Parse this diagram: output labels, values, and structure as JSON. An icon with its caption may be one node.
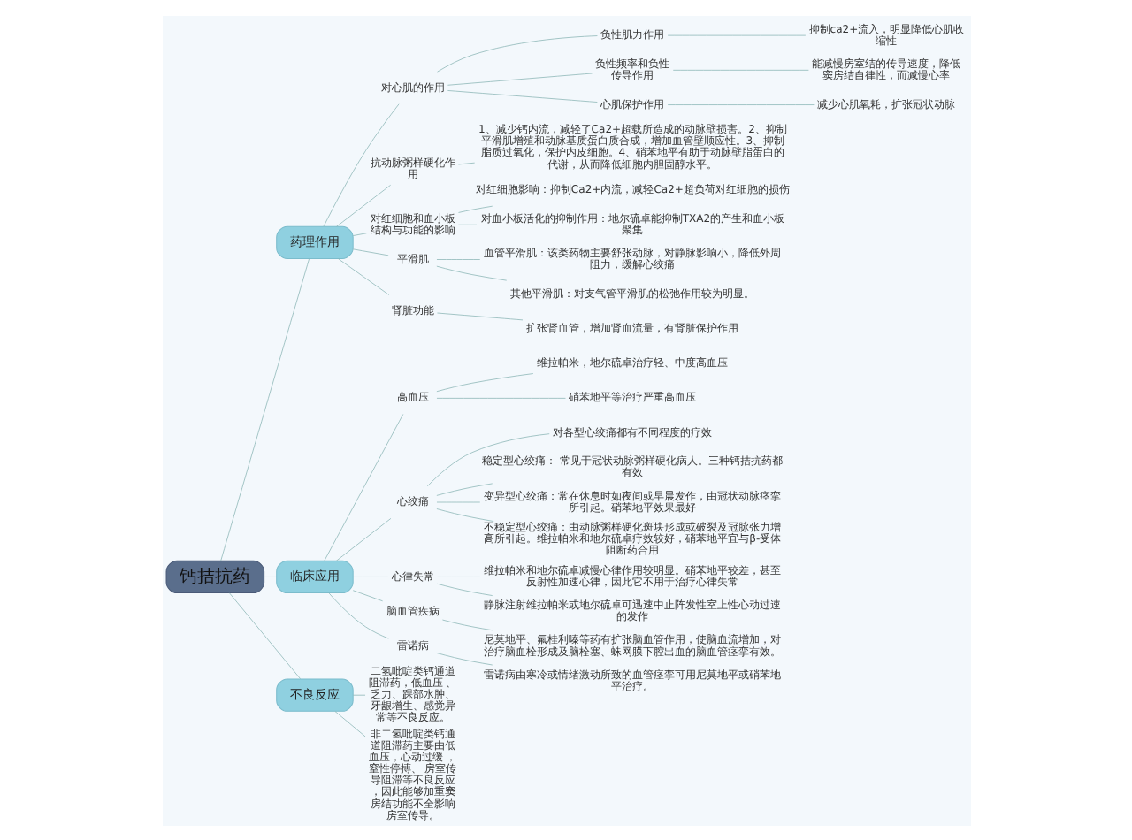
{
  "diagram": {
    "nodes": [
      {
        "text": [
          "钙拮抗药"
        ]
      },
      {
        "text": [
          "药理作用"
        ]
      },
      {
        "text": [
          "对心肌的作用"
        ]
      },
      {
        "text": [
          "负性肌力作用"
        ]
      },
      {
        "text": [
          "抑制ca2+流入，明显降低心肌收缩性"
        ]
      },
      {
        "text": [
          "负性频率和负性传导作用"
        ]
      },
      {
        "text": [
          "能减慢房室结的传导速度，降低窦房结自律性，而减慢心率"
        ]
      },
      {
        "text": [
          "心肌保护作用"
        ]
      },
      {
        "text": [
          "减少心肌氧耗，扩张冠状动脉"
        ]
      },
      {
        "text": [
          "抗动脉粥样硬化作用"
        ]
      },
      {
        "text": [
          "1、减少钙内流，减轻了Ca2+超载所造成的动脉壁损害。2、抑制平滑肌增殖和动脉基质蛋白质合成，增加血管壁顺应性。3、抑制脂质过氧化，保护内皮细胞。4、硝苯地平有助于动脉壁脂蛋白的代谢，从而降低细胞内胆固醇水平。"
        ]
      },
      {
        "text": [
          "对红细胞和血小板结构与功能的影响"
        ]
      },
      {
        "text": [
          "对红细胞影响：抑制Ca2+内流，减轻Ca2+超负荷对红细胞的损伤"
        ]
      },
      {
        "text": [
          "对血小板活化的抑制作用：地尔硫卓能抑制TXA2的产生和血小板聚集"
        ]
      },
      {
        "text": [
          "平滑肌"
        ]
      },
      {
        "text": [
          "血管平滑肌：该类药物主要舒张动脉，对静脉影响小，降低外周阻力，缓解心绞痛"
        ]
      },
      {
        "text": [
          "其他平滑肌：对支气管平滑肌的松弛作用较为明显。"
        ]
      },
      {
        "text": [
          "肾脏功能"
        ]
      },
      {
        "text": [
          "扩张肾血管，增加肾血流量，有肾脏保护作用"
        ]
      },
      {
        "text": [
          "临床应用"
        ]
      },
      {
        "text": [
          "高血压"
        ]
      },
      {
        "text": [
          "维拉帕米，地尔硫卓治疗轻、中度高血压"
        ]
      },
      {
        "text": [
          "硝苯地平等治疗严重高血压"
        ]
      },
      {
        "text": [
          "心绞痛"
        ]
      },
      {
        "text": [
          "对各型心绞痛都有不同程度的疗效"
        ]
      },
      {
        "text": [
          "稳定型心绞痛： 常见于冠状动脉粥样硬化病人。三种钙拮抗药都有效"
        ]
      },
      {
        "text": [
          "变异型心绞痛：常在休息时如夜间或早晨发作，由冠状动脉痉挛所引起。硝苯地平效果最好"
        ]
      },
      {
        "text": [
          "不稳定型心绞痛：由动脉粥样硬化斑块形成或破裂及冠脉张力增高所引起。维拉帕米和地尔硫卓疗效较好，硝苯地平宜与β-受体阻断药合用"
        ]
      },
      {
        "text": [
          "心律失常"
        ]
      },
      {
        "text": [
          "维拉帕米和地尔硫卓减慢心律作用较明显。硝苯地平较差，甚至反射性加速心律，因此它不用于治疗心律失常"
        ]
      },
      {
        "text": [
          "静脉注射维拉帕米或地尔硫卓可迅速中止阵发性室上性心动过速的发作"
        ]
      },
      {
        "text": [
          "脑血管疾病"
        ]
      },
      {
        "text": [
          "尼莫地平、氟桂利嗪等药有扩张脑血管作用，使脑血流增加，对治疗脑血栓形成及脑栓塞、蛛网膜下腔出血的脑血管痉挛有效。"
        ]
      },
      {
        "text": [
          "雷诺病"
        ]
      },
      {
        "text": [
          "雷诺病由寒冷或情绪激动所致的血管痉挛可用尼莫地平或硝苯地平治疗。"
        ]
      },
      {
        "text": [
          "不良反应"
        ]
      },
      {
        "text": [
          "二氢吡啶类钙通道阻滞药，低血压 、乏力、踝部水肿、牙龈增生、感觉异常等不良反应。"
        ]
      },
      {
        "text": [
          "非二氢吡啶类钙通道阻滞药主要由低血压，心动过缓 ，窒性停搏、 房室传导阻滞等不良反应，因此能够加重窦房结功能不全影响房室传导。"
        ]
      }
    ],
    "edges": [
      {
        "from": 0,
        "to": 1,
        "arrow": "none"
      },
      {
        "from": 1,
        "to": 2,
        "arrow": "none"
      },
      {
        "from": 2,
        "to": 3,
        "arrow": "none"
      },
      {
        "from": 3,
        "to": 4,
        "arrow": "none"
      },
      {
        "from": 2,
        "to": 5,
        "arrow": "none"
      },
      {
        "from": 5,
        "to": 6,
        "arrow": "none"
      },
      {
        "from": 2,
        "to": 7,
        "arrow": "none"
      },
      {
        "from": 7,
        "to": 8,
        "arrow": "none"
      },
      {
        "from": 1,
        "to": 9,
        "arrow": "none"
      },
      {
        "from": 9,
        "to": 10,
        "arrow": "none"
      },
      {
        "from": 1,
        "to": 11,
        "arrow": "none"
      },
      {
        "from": 11,
        "to": 12,
        "arrow": "none"
      },
      {
        "from": 11,
        "to": 13,
        "arrow": "none"
      },
      {
        "from": 1,
        "to": 14,
        "arrow": "none"
      },
      {
        "from": 14,
        "to": 15,
        "arrow": "none"
      },
      {
        "from": 14,
        "to": 16,
        "arrow": "none"
      },
      {
        "from": 1,
        "to": 17,
        "arrow": "none"
      },
      {
        "from": 17,
        "to": 18,
        "arrow": "none"
      },
      {
        "from": 0,
        "to": 19,
        "arrow": "none"
      },
      {
        "from": 19,
        "to": 20,
        "arrow": "none"
      },
      {
        "from": 20,
        "to": 21,
        "arrow": "none"
      },
      {
        "from": 20,
        "to": 22,
        "arrow": "none"
      },
      {
        "from": 19,
        "to": 23,
        "arrow": "none"
      },
      {
        "from": 23,
        "to": 24,
        "arrow": "none"
      },
      {
        "from": 23,
        "to": 25,
        "arrow": "none"
      },
      {
        "from": 23,
        "to": 26,
        "arrow": "none"
      },
      {
        "from": 23,
        "to": 27,
        "arrow": "none"
      },
      {
        "from": 19,
        "to": 28,
        "arrow": "none"
      },
      {
        "from": 28,
        "to": 29,
        "arrow": "none"
      },
      {
        "from": 28,
        "to": 30,
        "arrow": "none"
      },
      {
        "from": 19,
        "to": 31,
        "arrow": "none"
      },
      {
        "from": 31,
        "to": 32,
        "arrow": "none"
      },
      {
        "from": 19,
        "to": 33,
        "arrow": "none"
      },
      {
        "from": 33,
        "to": 34,
        "arrow": "none"
      },
      {
        "from": 0,
        "to": 35,
        "arrow": "none"
      },
      {
        "from": 35,
        "to": 36,
        "arrow": "none"
      },
      {
        "from": 35,
        "to": 37,
        "arrow": "none"
      }
    ]
  }
}
